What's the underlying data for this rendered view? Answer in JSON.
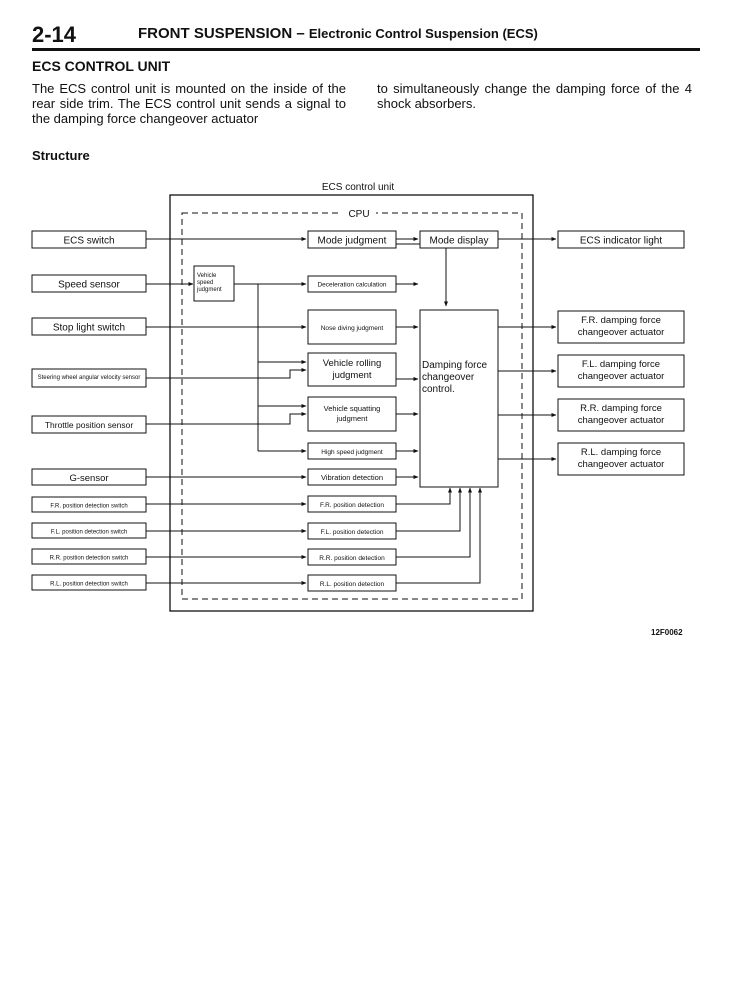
{
  "header": {
    "page_number": "2-14",
    "section": "FRONT SUSPENSION –",
    "subsection": "Electronic Control Suspension (ECS)"
  },
  "heading": "ECS CONTROL UNIT",
  "paragraph": {
    "col1": "The ECS control unit is mounted on the inside of the rear side trim. The ECS control unit sends a signal to the damping force changeover actuator",
    "col2": "to simultaneously change the damping force of the 4 shock absorbers."
  },
  "structure_heading": "Structure",
  "diagram": {
    "unit_title": "ECS control unit",
    "cpu_label": "CPU",
    "inputs": [
      "ECS switch",
      "Speed sensor",
      "Stop light switch",
      "Steering wheel angular velocity sensor",
      "Throttle position sensor",
      "G-sensor",
      "F.R. position detection switch",
      "F.L. position detection switch",
      "R.R. position detection switch",
      "R.L. position detection switch"
    ],
    "speed_judgment": "Vehicle speed judgment",
    "mode_judgment": "Mode judgment",
    "mode_display": "Mode display",
    "blocks": [
      "Deceleration calculation",
      "Nose diving judgment",
      "Vehicle rolling judgment",
      "Vehicle squatting judgment",
      "High speed judgment",
      "Vibration detection",
      "F.R. position detection",
      "F.L. position detection",
      "R.R. position detection",
      "R.L. position detection"
    ],
    "damping_control": "Damping force changeover control.",
    "indicator": "ECS indicator light",
    "actuators": [
      "F.R. damping force changeover actuator",
      "F.L. damping force changeover actuator",
      "R.R. damping force changeover actuator",
      "R.L. damping force changeover actuator"
    ]
  },
  "figure_id": "12F0062"
}
